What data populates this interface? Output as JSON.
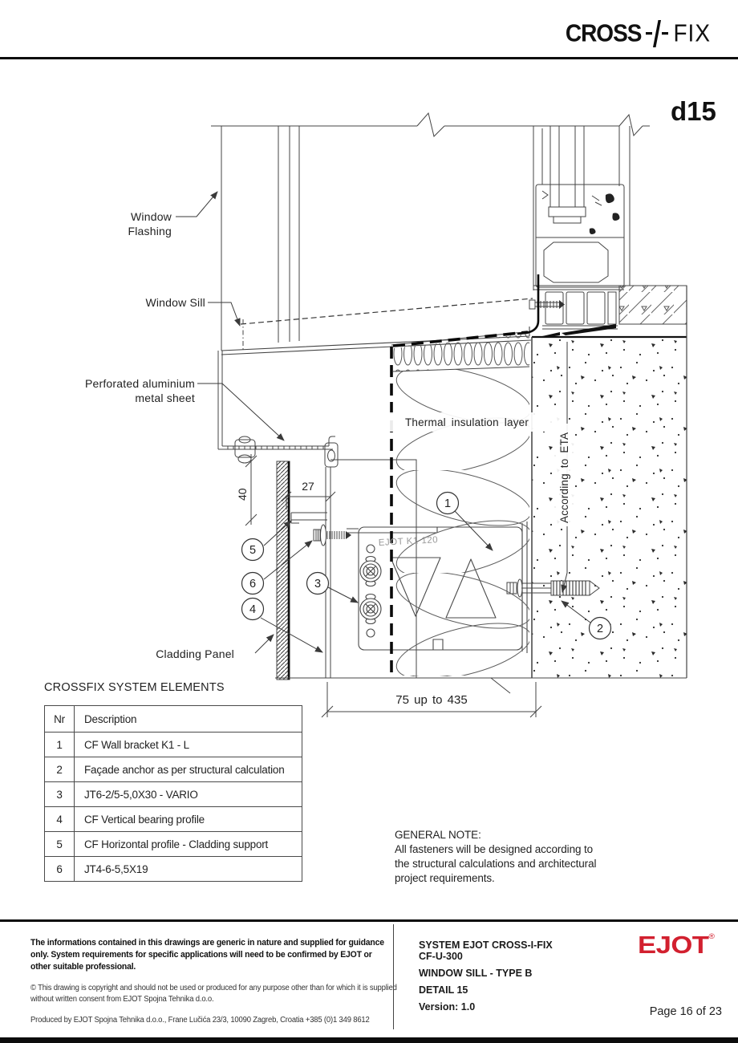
{
  "header": {
    "logo_cross": "CROSS",
    "logo_fix": "FIX",
    "detail_code": "d15"
  },
  "drawing": {
    "labels": {
      "window_flashing_1": "Window",
      "window_flashing_2": "Flashing",
      "window_sill": "Window Sill",
      "perforated_1": "Perforated aluminium",
      "perforated_2": "metal sheet",
      "thermal": "Thermal insulation layer",
      "eta": "According to ETA",
      "cladding": "Cladding Panel",
      "bracket_text": "EJOT K1 120"
    },
    "dimensions": {
      "vertical": "40",
      "horizontal": "27",
      "width_range": "75 up to 435"
    },
    "callouts": [
      "1",
      "2",
      "3",
      "4",
      "5",
      "6"
    ]
  },
  "elements_table": {
    "title": "CROSSFIX SYSTEM ELEMENTS",
    "headers": {
      "nr": "Nr",
      "description": "Description"
    },
    "rows": [
      {
        "nr": "1",
        "description": "CF Wall bracket K1 - L"
      },
      {
        "nr": "2",
        "description": "Façade anchor as per structural calculation"
      },
      {
        "nr": "3",
        "description": "JT6-2/5-5,0X30 - VARIO"
      },
      {
        "nr": "4",
        "description": "CF Vertical bearing profile"
      },
      {
        "nr": "5",
        "description": "CF Horizontal profile - Cladding support"
      },
      {
        "nr": "6",
        "description": "JT4-6-5,5X19"
      }
    ]
  },
  "general_note": {
    "title": "GENERAL NOTE:",
    "lines": [
      "All fasteners will be designed according to",
      "the structural calculations and architectural",
      "project requirements."
    ]
  },
  "footer": {
    "disclaimer_lines": [
      "The informations contained in this drawings are generic in nature and supplied for guidance",
      "only. System requirements for specific applications will need to be confirmed by EJOT or",
      "other suitable professional."
    ],
    "copyright_lines": [
      "© This drawing is copyright and should not be used or produced for any purpose other than for which it is supplied",
      "without written consent from EJOT Spojna Tehnika d.o.o."
    ],
    "produced_by": "Produced by EJOT Spojna Tehnika d.o.o., Frane Lučića 23/3, 10090 Zagreb, Croatia +385 (0)1 349 8612",
    "system_line1": "SYSTEM EJOT CROSS-I-FIX",
    "system_line2": "CF-U-300",
    "type_line": "WINDOW SILL - TYPE B",
    "detail_line": "DETAIL 15",
    "version_line": "Version: 1.0",
    "page": "Page 16 of 23",
    "brand": "EJOT",
    "brand_reg": "®",
    "brand_color": "#D2202F"
  }
}
